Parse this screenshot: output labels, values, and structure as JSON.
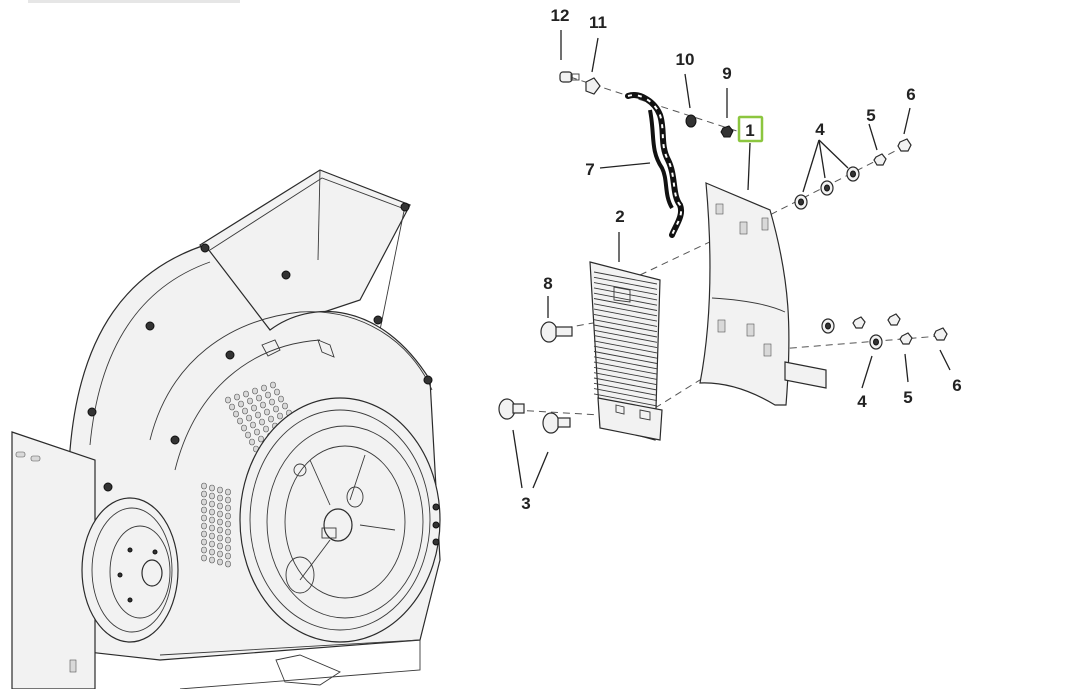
{
  "diagram": {
    "callouts": {
      "c1": "1",
      "c2": "2",
      "c3": "3",
      "c4a": "4",
      "c4b": "4",
      "c5a": "5",
      "c5b": "5",
      "c6a": "6",
      "c6b": "6",
      "c7": "7",
      "c8": "8",
      "c9": "9",
      "c10": "10",
      "c11": "11",
      "c12": "12"
    },
    "highlight_color": "#8cc63f",
    "selected_callout": "1"
  }
}
